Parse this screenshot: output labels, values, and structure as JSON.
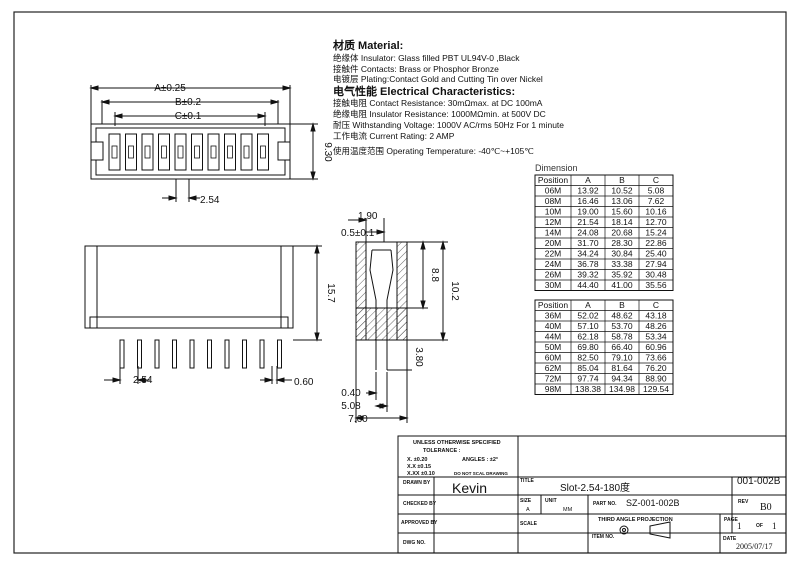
{
  "material": {
    "heading": "材质 Material:",
    "insulator": "绝缘体 Insulator: Glass filled PBT UL94V-0 ,Black",
    "contacts": "接触件 Contacts: Brass or Phosphor Bronze",
    "plating": "电镀层 Plating:Contact Gold and Cutting Tin over Nickel"
  },
  "electrical": {
    "heading": "电气性能 Electrical Characteristics:",
    "contact_resistance": "接触电阻 Contact Resistance: 30mΩmax. at DC 100mA",
    "insulation_resistance": "绝缘电阻 Insulator Resistance: 1000MΩmin. at 500V DC",
    "withstanding": "耐压 Withstanding Voltage: 1000V AC/rms 50Hz For 1 minute",
    "current": "工作电流 Current Rating: 2 AMP",
    "temperature": "使用温度范围 Operating Temperature: -40℃~+105℃"
  },
  "dimensions": {
    "a": "A±0.25",
    "b": "B±0.2",
    "c": "C±0.1",
    "top_pitch": "2.54",
    "top_height": "9.30",
    "front_height": "15.7",
    "front_pitch": "2.54",
    "front_pin": "0.60",
    "side_1_90": "1.90",
    "side_0_5": "0.5±0.1",
    "side_8_8": "8.8",
    "side_10_2": "10.2",
    "side_3_80": "3.80",
    "side_0_40": "0.40",
    "side_5_08": "5.08",
    "side_7_60": "7.60"
  },
  "table1": {
    "title": "Dimension",
    "headers": [
      "Position",
      "A",
      "B",
      "C"
    ],
    "rows": [
      [
        "06M",
        "13.92",
        "10.52",
        "5.08"
      ],
      [
        "08M",
        "16.46",
        "13.06",
        "7.62"
      ],
      [
        "10M",
        "19.00",
        "15.60",
        "10.16"
      ],
      [
        "12M",
        "21.54",
        "18.14",
        "12.70"
      ],
      [
        "14M",
        "24.08",
        "20.68",
        "15.24"
      ],
      [
        "20M",
        "31.70",
        "28.30",
        "22.86"
      ],
      [
        "22M",
        "34.24",
        "30.84",
        "25.40"
      ],
      [
        "24M",
        "36.78",
        "33.38",
        "27.94"
      ],
      [
        "26M",
        "39.32",
        "35.92",
        "30.48"
      ],
      [
        "30M",
        "44.40",
        "41.00",
        "35.56"
      ]
    ]
  },
  "table2": {
    "headers": [
      "Position",
      "A",
      "B",
      "C"
    ],
    "rows": [
      [
        "36M",
        "52.02",
        "48.62",
        "43.18"
      ],
      [
        "40M",
        "57.10",
        "53.70",
        "48.26"
      ],
      [
        "44M",
        "62.18",
        "58.78",
        "53.34"
      ],
      [
        "50M",
        "69.80",
        "66.40",
        "60.96"
      ],
      [
        "60M",
        "82.50",
        "79.10",
        "73.66"
      ],
      [
        "62M",
        "85.04",
        "81.64",
        "76.20"
      ],
      [
        "72M",
        "97.74",
        "94.34",
        "88.90"
      ],
      [
        "98M",
        "138.38",
        "134.98",
        "129.54"
      ]
    ]
  },
  "title_block": {
    "tolerance_head": "UNLESS OTHERWISE SPECIFIED",
    "tolerance_label": "TOLERANCE :",
    "tol_x": "X.    ±0.20",
    "tol_xx": "X.X   ±0.15",
    "tol_xxx": "X.XX  ±0.10",
    "angles": "ANGLES :   ±2°",
    "no_scale": "DO NOT SCAL DRAWING",
    "title_label": "TITLE",
    "title": "Slot-2.54-180度",
    "code": "001-002B",
    "drawn_label": "DRAWN BY",
    "drawn_by": "Kevin",
    "size_label": "SIZE",
    "size": "A",
    "unit_label": "UNIT",
    "unit": "MM",
    "part_label": "PART NO.",
    "part_no": "SZ-001-002B",
    "rev_label": "REV",
    "rev": "B0",
    "checked_label": "CHECKED BY",
    "projection": "THIRD ANGLE PROJECTION",
    "approved_label": "APPROVED BY",
    "scale_label": "SCALE",
    "page_label": "PAGE",
    "page": "1",
    "of": "OF",
    "pages": "1",
    "dwg_label": "DWG NO.",
    "item_label": "ITEM NO.",
    "date_label": "DATE",
    "date": "2005/07/17"
  }
}
